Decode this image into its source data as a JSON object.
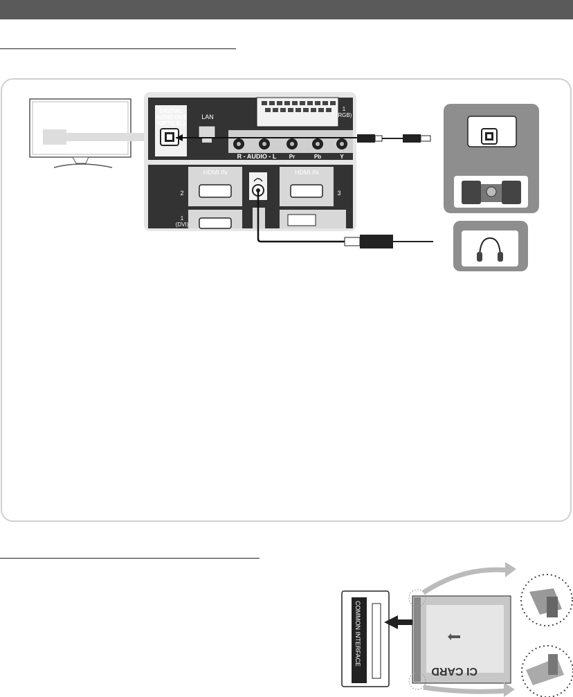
{
  "ports": {
    "digital_audio_out_line1": "DIGITAL",
    "digital_audio_out_line2": "AUDIO OUT",
    "digital_audio_out_line3": "(OPTICAL)",
    "lan": "LAN",
    "audio_row": "R - AUDIO - L",
    "pr": "Pr",
    "pb": "Pb",
    "y": "Y",
    "rgb_line1": "1",
    "rgb_line2": "(RGB)",
    "hdmi_in_left": "HDMI IN",
    "hdmi_in_right": "HDMI IN",
    "hdmi_2": "2",
    "hdmi_3": "3",
    "hdmi_1_line1": "1",
    "hdmi_1_line2": "(DVI)"
  },
  "ci": {
    "common_interface": "COMMON INTERFACE",
    "ci_card": "CI CARD"
  },
  "colors": {
    "header_bar": "#5a5a5a",
    "panel_border": "#cfcfcf",
    "port_panel": "#e6e6e6",
    "device_box": "#8e8e8e"
  }
}
